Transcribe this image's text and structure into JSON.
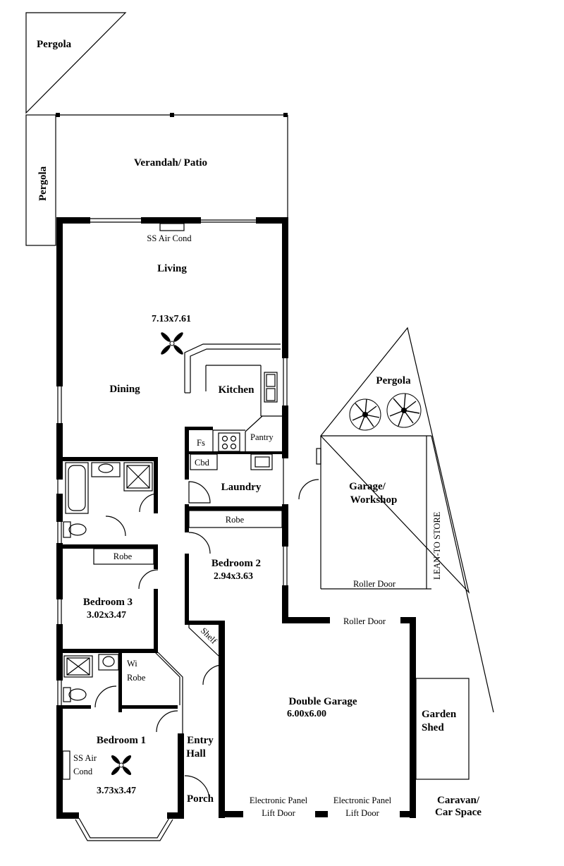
{
  "labels": {
    "pergola_top": "Pergola",
    "pergola_side": "Pergola",
    "verandah": "Verandah/ Patio",
    "ss_air_cond_living": "SS Air Cond",
    "living": "Living",
    "living_dims": "7.13x7.61",
    "dining": "Dining",
    "kitchen": "Kitchen",
    "fs": "Fs",
    "pantry": "Pantry",
    "cbd": "Cbd",
    "laundry": "Laundry",
    "robe_bed2": "Robe",
    "bedroom2": "Bedroom 2",
    "bedroom2_dims": "2.94x3.63",
    "robe_bed3": "Robe",
    "bedroom3": "Bedroom 3",
    "bedroom3_dims": "3.02x3.47",
    "wi": "Wi",
    "wi_robe": "Robe",
    "bedroom1": "Bedroom 1",
    "ss_air": "SS Air",
    "cond": "Cond",
    "bedroom1_dims": "3.73x3.47",
    "entry": "Entry",
    "hall": "Hall",
    "porch": "Porch",
    "shelf": "Shelf",
    "pergola_garden": "Pergola",
    "garage_workshop_1": "Garage/",
    "garage_workshop_2": "Workshop",
    "roller_door_workshop": "Roller Door",
    "lean_to_store": "LEAN-TO STORE",
    "roller_door_garage": "Roller Door",
    "double_garage": "Double Garage",
    "double_garage_dims": "6.00x6.00",
    "electronic_panel_1": "Electronic Panel",
    "lift_door_1": "Lift Door",
    "electronic_panel_2": "Electronic Panel",
    "lift_door_2": "Lift Door",
    "garden": "Garden",
    "shed": "Shed",
    "caravan": "Caravan/",
    "car_space": "Car Space"
  },
  "icons": [
    "ceiling-fan-icon",
    "toilet-icon",
    "bathtub-icon",
    "shower-icon",
    "basin-icon",
    "stove-icon",
    "sink-icon",
    "door-swing-icon",
    "plant-icon"
  ]
}
